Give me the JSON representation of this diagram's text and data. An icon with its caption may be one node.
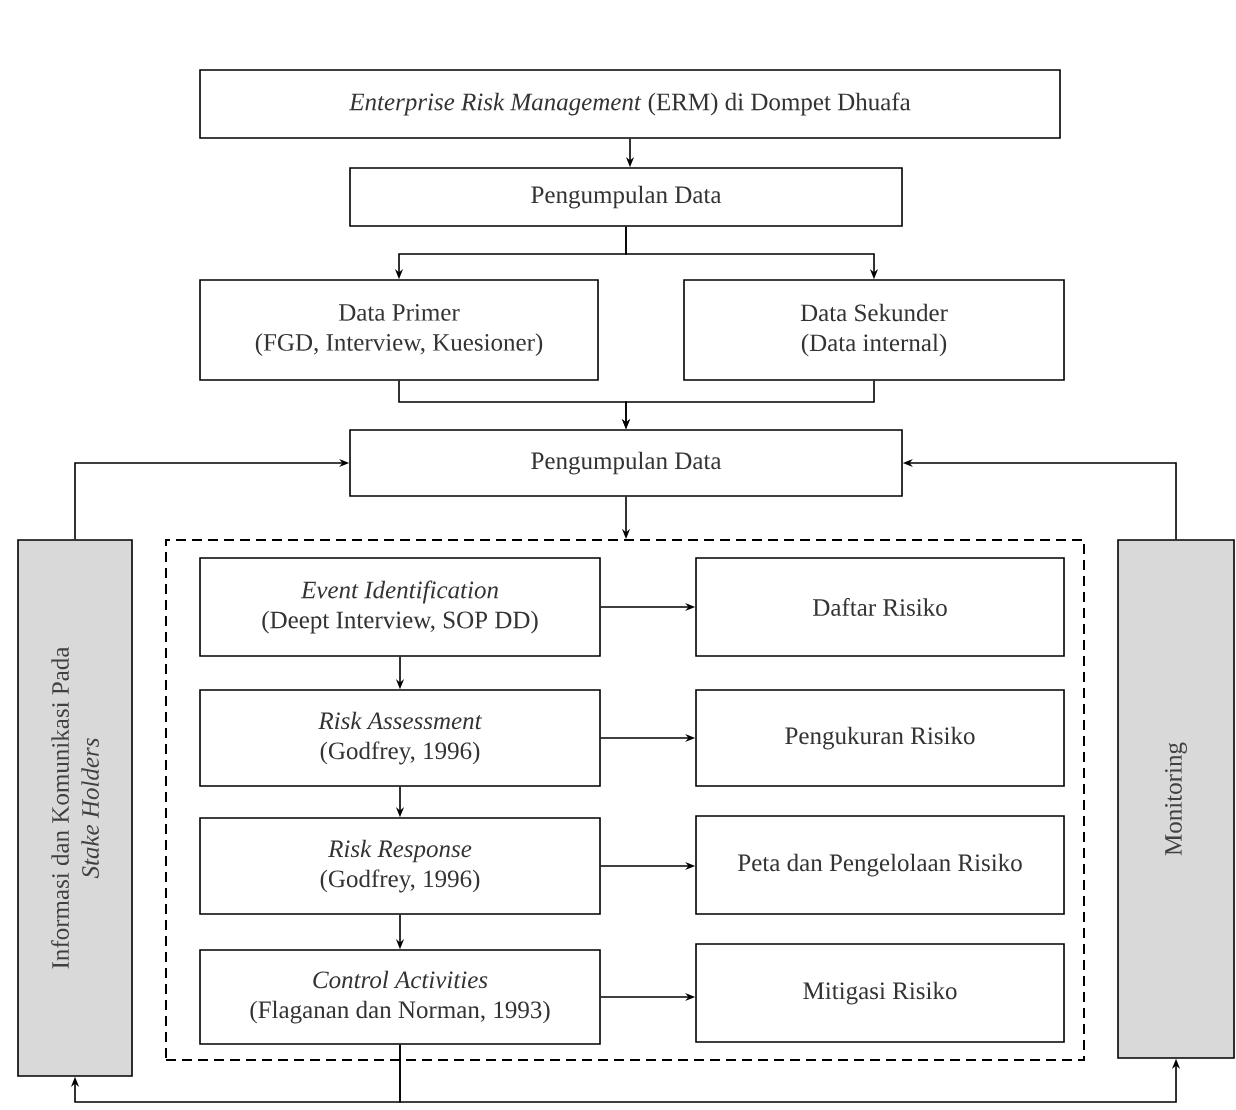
{
  "diagram": {
    "nodes": [
      {
        "text": [
          "*Enterprise Risk Management* (ERM) di Dompet Dhuafa"
        ]
      },
      {
        "text": [
          "Pengumpulan Data"
        ]
      },
      {
        "text": [
          "Data Primer",
          "(FGD, Interview, Kuesioner)"
        ]
      },
      {
        "text": [
          "Data Sekunder",
          "(Data internal)"
        ]
      },
      {
        "text": [
          "Pengumpulan Data"
        ]
      },
      {
        "text": [],
        "shape": "box"
      },
      {
        "text": [
          "Event Identification",
          "(Deept Interview, SOP DD)"
        ],
        "in": 5
      },
      {
        "text": [
          "Daftar Risiko"
        ],
        "in": 5
      },
      {
        "text": [
          "Risk Assessment",
          "(Godfrey, 1996)"
        ],
        "in": 5
      },
      {
        "text": [
          "Pengukuran Risiko"
        ],
        "in": 5
      },
      {
        "text": [
          "Risk Response",
          "(Godfrey, 1996)"
        ],
        "in": 5
      },
      {
        "text": [
          "Peta dan Pengelolaan Risiko"
        ],
        "in": 5
      },
      {
        "text": [
          "Control Activities",
          "(Flaganan dan Norman, 1993)"
        ],
        "in": 5
      },
      {
        "text": [
          "Mitigasi Risiko"
        ],
        "in": 5
      },
      {
        "text": [
          "Informasi dan Komunikasi Pada *Stake Holders*"
        ]
      },
      {
        "text": [
          "Monitoring"
        ]
      }
    ],
    "edges": [
      {
        "from": 0,
        "to": 1,
        "arrow": "to"
      },
      {
        "from": 1,
        "to": 2,
        "arrow": "to"
      },
      {
        "from": 1,
        "to": 3,
        "arrow": "to"
      },
      {
        "from": 2,
        "to": 4,
        "arrow": "to"
      },
      {
        "from": 3,
        "to": 4,
        "arrow": "to"
      },
      {
        "from": 4,
        "to": 5,
        "arrow": "to"
      },
      {
        "from": 6,
        "to": 7,
        "arrow": "to"
      },
      {
        "from": 8,
        "to": 9,
        "arrow": "to"
      },
      {
        "from": 10,
        "to": 11,
        "arrow": "to"
      },
      {
        "from": 12,
        "to": 13,
        "arrow": "to"
      },
      {
        "from": 6,
        "to": 8,
        "arrow": "to"
      },
      {
        "from": 8,
        "to": 10,
        "arrow": "to"
      },
      {
        "from": 10,
        "to": 12,
        "arrow": "to"
      },
      {
        "from": 12,
        "to": 14,
        "arrow": "to"
      },
      {
        "from": 12,
        "to": 15,
        "arrow": "to"
      },
      {
        "from": 14,
        "to": 4,
        "arrow": "to"
      },
      {
        "from": 15,
        "to": 4,
        "arrow": "to"
      }
    ]
  }
}
